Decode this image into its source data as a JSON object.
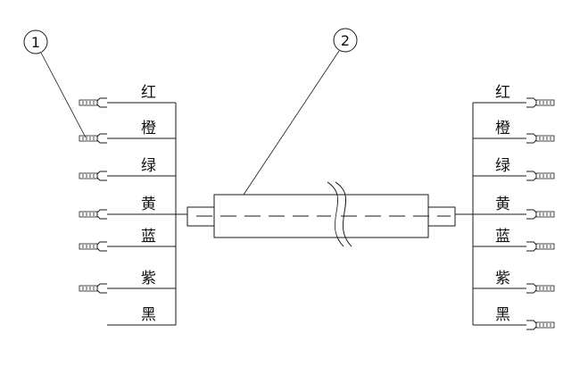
{
  "callouts": [
    "1",
    "2"
  ],
  "wire_colors": [
    "红",
    "橙",
    "绿",
    "黄",
    "蓝",
    "紫",
    "黑"
  ]
}
